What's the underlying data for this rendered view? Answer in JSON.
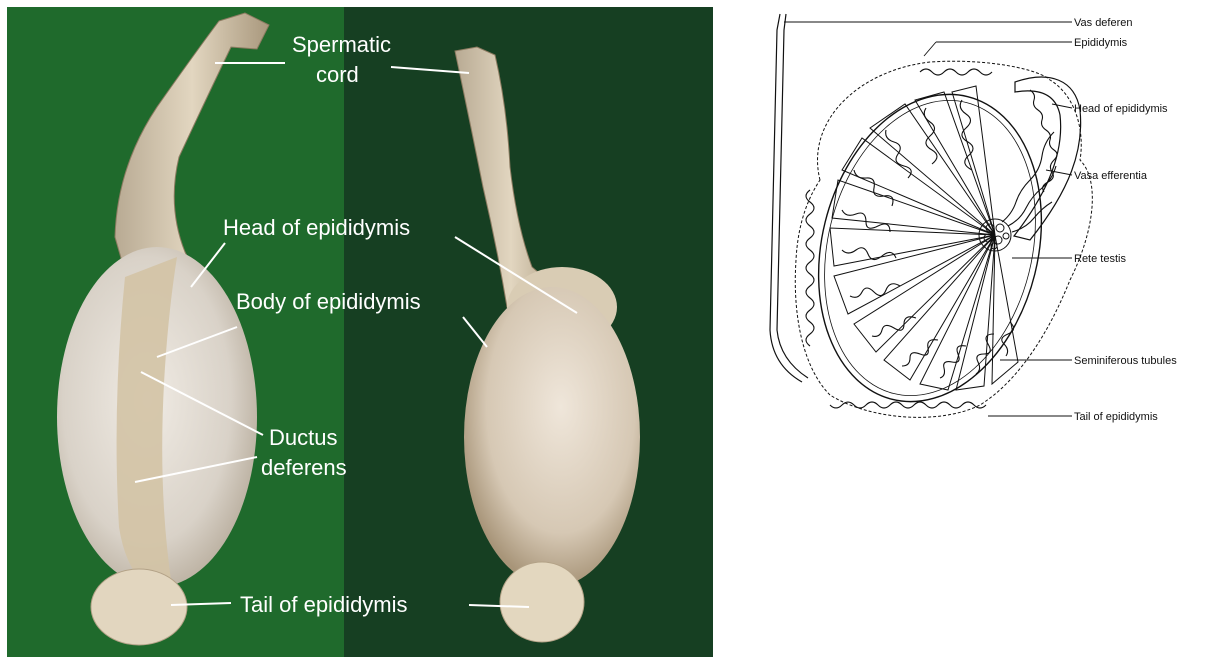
{
  "photo": {
    "labels": {
      "spermatic_cord_1": "Spermatic",
      "spermatic_cord_2": "cord",
      "head": "Head of epididymis",
      "body": "Body of epididymis",
      "ductus_1": "Ductus",
      "ductus_2": "deferens",
      "tail": "Tail of epididymis"
    },
    "colors": {
      "background_light": "#1f6a2c",
      "background_dark": "#163f22",
      "tissue": "#d8c9ad",
      "text": "#ffffff"
    }
  },
  "diagram": {
    "labels": {
      "vas_deferen": "Vas deferen",
      "epididymis": "Epididymis",
      "head": "Head of epididymis",
      "vasa_efferentia": "Vasa efferentia",
      "rete_testis": "Rete testis",
      "seminiferous_tubules": "Seminiferous tubules",
      "tail": "Tail of epididymis"
    }
  }
}
